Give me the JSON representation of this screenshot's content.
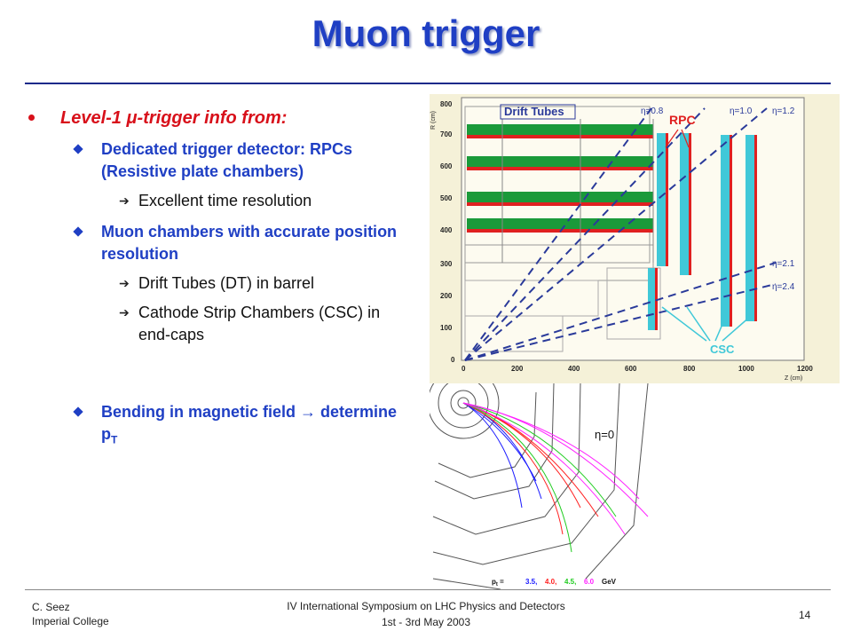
{
  "slide": {
    "title": "Muon trigger"
  },
  "bullets": {
    "l1_pre": "Level-1 ",
    "l1_mu": "μ",
    "l1_post": "-trigger info from:",
    "b1": "Dedicated trigger detector: RPCs (Resistive plate chambers)",
    "b1_sub": "Excellent time resolution",
    "b2": "Muon chambers with accurate position resolution",
    "b2_sub1": "Drift Tubes (DT) in barrel",
    "b2_sub2": "Cathode Strip Chambers (CSC) in end-caps",
    "b3_pre": "Bending in magnetic field ",
    "b3_arrow": "→",
    "b3_post": " determine p",
    "b3_sub": "T"
  },
  "diagram_top": {
    "r_axis_label": "R (cm)",
    "z_axis_label": "Z (cm)",
    "r_ticks": [
      "0",
      "100",
      "200",
      "300",
      "400",
      "500",
      "600",
      "700",
      "800"
    ],
    "z_ticks": [
      "0",
      "200",
      "400",
      "600",
      "800",
      "1000",
      "1200"
    ],
    "drift_tubes_label": "Drift Tubes",
    "rpc_label": "RPC",
    "csc_label": "CSC",
    "eta_labels": [
      "η=0.8",
      "η=1.0",
      "η=1.2",
      "η=2.1",
      "η=2.4"
    ]
  },
  "diagram_bottom": {
    "eta_label": "η=0",
    "pt_label": "p",
    "pt_sub": "t",
    "pt_eq": " = ",
    "pt_values": [
      "3.5,",
      "4.0,",
      "4.5,",
      "6.0"
    ],
    "pt_unit": "GeV",
    "pt_colors": [
      "#1a1aff",
      "#ff2020",
      "#20cc20",
      "#ff20ff"
    ]
  },
  "footer": {
    "author": "C. Seez",
    "institution": "Imperial College",
    "event": "IV International  Symposium on LHC Physics and Detectors",
    "dates": "1st - 3rd May 2003",
    "page": "14"
  }
}
